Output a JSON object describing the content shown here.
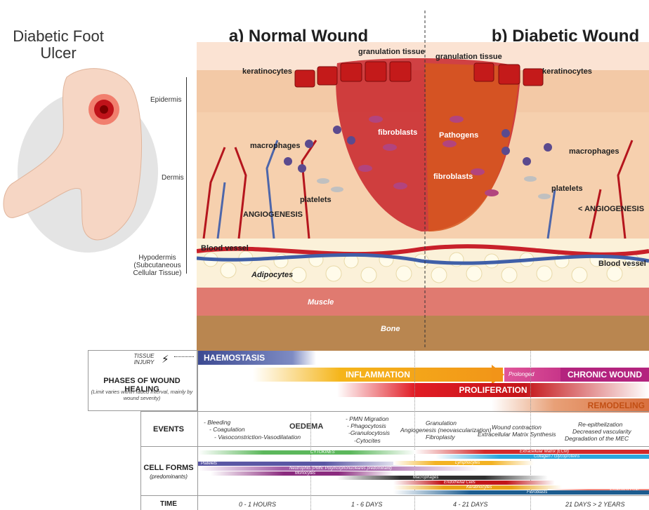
{
  "figure": {
    "foot_title": "Diabetic Foot Ulcer",
    "title_normal": "a) Normal Wound Healing",
    "title_diabetic": "b) Diabetic Wound Healing"
  },
  "layers": {
    "epidermis": "Epidermis",
    "dermis": "Dermis",
    "hypodermis": "Hypodermis (Subcutaneous Cellular Tissue)"
  },
  "labels": {
    "granulation_left": "granulation tissue",
    "granulation_right": "granulation tissue",
    "keratinocytes_left": "keratinocytes",
    "keratinocytes_right": "keratinocytes",
    "fibroblasts_left": "fibroblasts",
    "fibroblasts_right": "fibroblasts",
    "pathogens": "Pathogens",
    "macrophages_left": "macrophages",
    "macrophages_right": "macrophages",
    "platelets_left": "platelets",
    "platelets_right": "platelets",
    "angiogenesis_left": "ANGIOGENESIS",
    "angiogenesis_right": "< ANGIOGENESIS",
    "blood_vessel_left": "Blood vessel",
    "blood_vessel_right": "Blood vessel",
    "adipocytes": "Adipocytes",
    "muscle": "Muscle",
    "bone": "Bone"
  },
  "table": {
    "tissue_injury": "TISSUE INJURY",
    "phases_title": "PHASES OF WOUND HEALING",
    "phases_note": "(Limit varies within faded interval, mainly by wound severity)",
    "phases": {
      "haemostasis": "HAEMOSTASIS",
      "inflammation": "INFLAMMATION",
      "prolonged": "Prolonged Inflammation",
      "chronic": "CHRONIC WOUND",
      "proliferation": "PROLIFERATION",
      "remodeling": "REMODELING"
    },
    "events_header": "EVENTS",
    "events": {
      "e1a": "- Bleeding",
      "e1b": "- Coagulation",
      "e1c": "- Vasoconstriction-Vasodilatation",
      "oedema": "OEDEMA",
      "e2a": "- PMN Migration",
      "e2b": "- Phagocytosis",
      "e2c": "-Granulocytosis",
      "e2d": "-Cytocites",
      "e3a": "Granulation",
      "e3b": "Angiogenesis (neovascularization)",
      "e3c": "Fibroplasty",
      "e4a": "Wound contraction",
      "e4b": "Extracellular Matrix Synthesis",
      "e5a": "Re-epithelization",
      "e5b": "Decreased vascularity",
      "e5c": "Degradation of the MEC"
    },
    "cellforms_header": "CELL FORMS",
    "cellforms_sub": "(predominants)",
    "cells": {
      "cytokines": "CYTOKINES",
      "ecm": "Extracellular Matrix (ECM)",
      "collagen": "Collagen / Glycoproteins",
      "platelets": "Platelets",
      "lymphocytes": "Lymphocytes",
      "neutrophils": "Neutrophils (PMN: Polymorphonucleares predominant)",
      "monocytes": "Monocytes",
      "macrophages": "Macrophages",
      "endothelial": "Endothelial Cells",
      "keratinocytes": "Keratinocytes",
      "epidermal": "Epidermal Cells",
      "fibroblasts": "Fibroblasts"
    },
    "time_header": "TIME",
    "times": {
      "t1": "0 - 1 HOURS",
      "t2": "1 - 6 DAYS",
      "t3": "4 - 21 DAYS",
      "t4": "21 DAYS > 2 YEARS"
    }
  }
}
